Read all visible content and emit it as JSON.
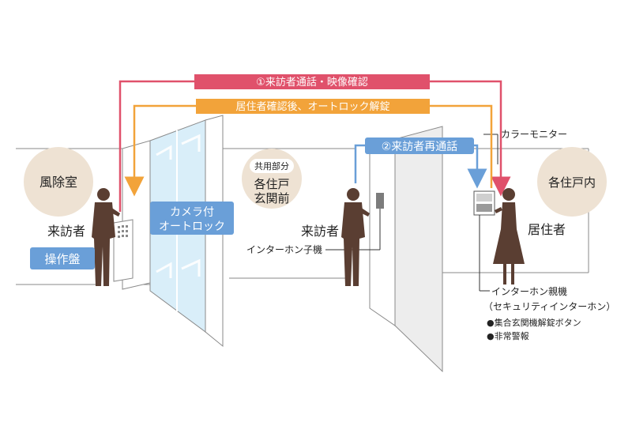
{
  "colors": {
    "pink": "#e0516b",
    "orange": "#f2a33a",
    "blue": "#6a9fd8",
    "figure": "#5a3e32",
    "beige": "#eee2d3",
    "glass": "#d9eef9"
  },
  "flows": {
    "call_video": "①来訪者通話・映像確認",
    "unlock": "居住者確認後、オートロック解錠",
    "recall": "②来訪者再通話"
  },
  "areas": {
    "windbreak_room": "風除室",
    "common_area": "共用部分",
    "front_of_unit_line1": "各住戸",
    "front_of_unit_line2": "玄関前",
    "inside_unit": "各住戸内"
  },
  "people": {
    "visitor_lobby": "来訪者",
    "visitor_door": "来訪者",
    "resident": "居住者"
  },
  "devices": {
    "panel": "操作盤",
    "autolock_line1": "カメラ付",
    "autolock_line2": "オートロック",
    "intercom_sub": "インターホン子機",
    "color_monitor": "カラーモニター",
    "intercom_main": "インターホン親機",
    "security_intercom": "（セキュリティインターホン）",
    "feature_1": "●集合玄関機解錠ボタン",
    "feature_2": "●非常警報"
  }
}
